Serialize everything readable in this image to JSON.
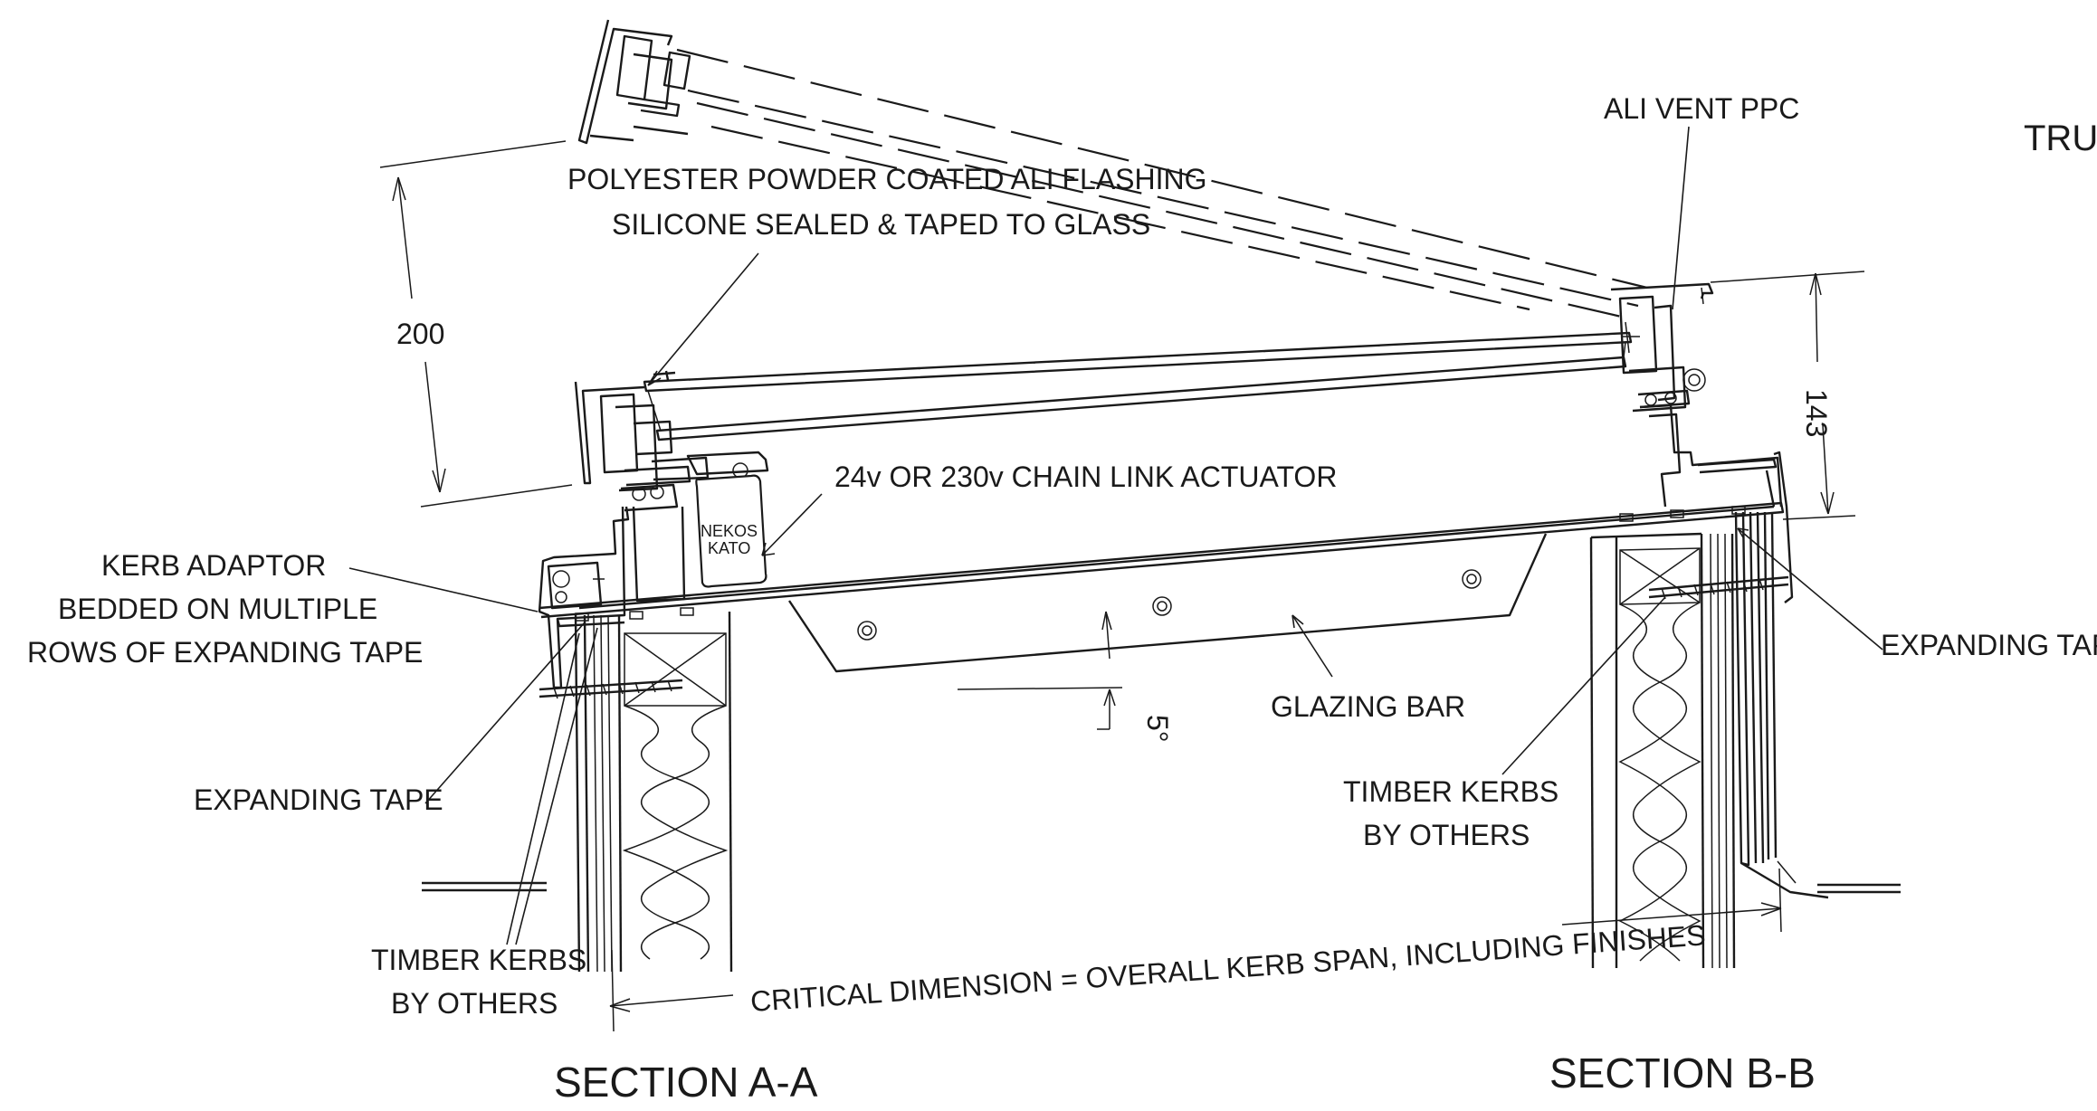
{
  "labels": {
    "flashing_1": "POLYESTER POWDER COATED ALI FLASHING",
    "flashing_2": "SILICONE SEALED & TAPED TO GLASS",
    "ali_vent": "ALI VENT PPC",
    "title_fragment": "TRU",
    "dim_200": "200",
    "dim_143": "143",
    "actuator": "24v OR 230v CHAIN LINK ACTUATOR",
    "actuator_brand_1": "NEKOS",
    "actuator_brand_2": "KATO",
    "kerb_adaptor_1": "KERB ADAPTOR",
    "kerb_adaptor_2": "BEDDED ON MULTIPLE",
    "kerb_adaptor_3": "ROWS OF EXPANDING TAPE",
    "expanding_tape_left": "EXPANDING TAPE",
    "expanding_tape_right": "EXPANDING TAPE",
    "glazing_bar": "GLAZING BAR",
    "angle": "5°",
    "timber_right_1": "TIMBER KERBS",
    "timber_right_2": "BY OTHERS",
    "timber_left_1": "TIMBER KERBS",
    "timber_left_2": "BY OTHERS",
    "critical_dimension": "CRITICAL DIMENSION = OVERALL KERB SPAN, INCLUDING FINISHES",
    "section_a": "SECTION A-A",
    "section_b": "SECTION B-B"
  }
}
